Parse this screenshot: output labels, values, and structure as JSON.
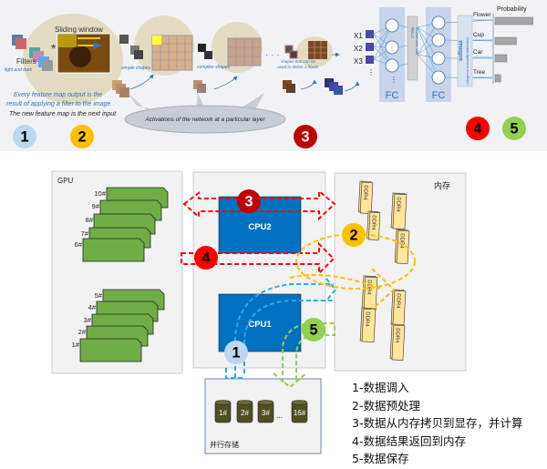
{
  "top": {
    "sliding_window": "Sliding window",
    "filters": "Filters",
    "light_dark": "light and dark",
    "simple_shapes": "simple shapes",
    "complex_shapes": "complex shapes",
    "flower_shapes": "shapes that can be used to define a flower",
    "caption_line1": "Every feature map output is the",
    "caption_line2": "result of applying a filter to the image",
    "caption_line3": "The new feature map is the next input",
    "activations": "Activations of the network at a particular layer",
    "inputs": [
      "X1",
      "X2",
      "X3"
    ],
    "fc": "FC",
    "relu": "RELU",
    "relu_sub": "rectified linear units",
    "softmax": "softmax",
    "softmax_sub": "categorical probability distribution",
    "probability_title": "Probability",
    "classes": [
      {
        "label": "Flower",
        "probability": 0.8
      },
      {
        "label": "Cup",
        "probability": 0.45
      },
      {
        "label": "Car",
        "probability": 0.25
      },
      {
        "label": "Tree",
        "probability": 0.12
      }
    ]
  },
  "badges": [
    {
      "num": "1",
      "color": "#bdd7ee"
    },
    {
      "num": "2",
      "color": "#ffc000"
    },
    {
      "num": "3",
      "color": "#c00000"
    },
    {
      "num": "4",
      "color": "#ff0000"
    },
    {
      "num": "5",
      "color": "#92d050"
    }
  ],
  "gpu": {
    "title": "GPU",
    "cards": [
      "10#",
      "9#",
      "8#",
      "7#",
      "6#",
      "5#",
      "4#",
      "3#",
      "2#",
      "1#"
    ],
    "color": "#70ad47"
  },
  "cpu": {
    "cpu2": "CPU2",
    "cpu1": "CPU1",
    "color": "#0070c0"
  },
  "memory": {
    "title": "内存",
    "module": "DDR4"
  },
  "storage": {
    "title": "并行存储",
    "disks": [
      "1#",
      "2#",
      "3#",
      "16#"
    ],
    "ellipsis": "..."
  },
  "legend": [
    "1-数据调入",
    "2-数据预处理",
    "3-数据从内存拷贝到显存，并计算",
    "4-数据结果返回到内存",
    "5-数据保存"
  ]
}
